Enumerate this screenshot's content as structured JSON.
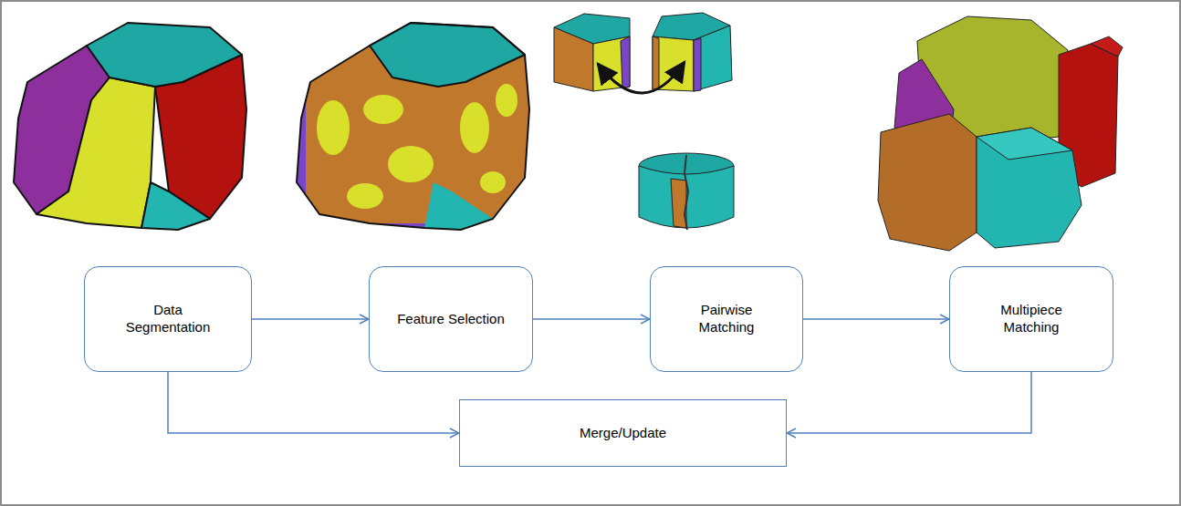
{
  "diagram": {
    "nodes": [
      {
        "text": [
          "Data Segmentation"
        ]
      },
      {
        "text": [
          "Feature Selection"
        ]
      },
      {
        "text": [
          "Pairwise Matching"
        ]
      },
      {
        "text": [
          "Multipiece Matching"
        ]
      },
      {
        "text": [
          "Merge/Update"
        ]
      }
    ],
    "edges": [
      {
        "from": 0,
        "to": 1,
        "arrow": "to"
      },
      {
        "from": 1,
        "to": 2,
        "arrow": "to"
      },
      {
        "from": 2,
        "to": 3,
        "arrow": "to"
      },
      {
        "from": 0,
        "to": 4,
        "arrow": "to"
      },
      {
        "from": 3,
        "to": 4,
        "arrow": "to"
      }
    ]
  }
}
